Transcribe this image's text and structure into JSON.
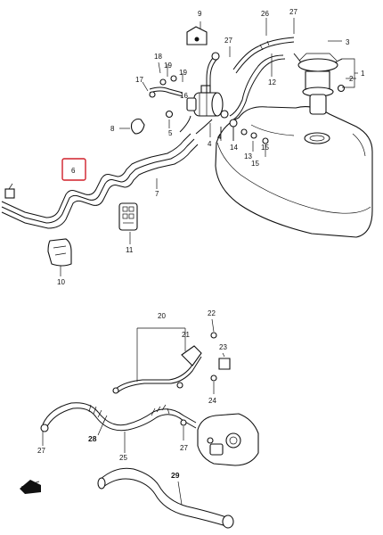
{
  "diagram": {
    "labels": {
      "p1": "1",
      "p2": "2",
      "p3": "3",
      "p4a": "4",
      "p4b": "4",
      "p5": "5",
      "p6": "6",
      "p7": "7",
      "p8": "8",
      "p9": "9",
      "p10": "10",
      "p11": "11",
      "p12": "12",
      "p13": "13",
      "p14": "14",
      "p15a": "15",
      "p15b": "15",
      "p16": "16",
      "p17": "17",
      "p18": "18",
      "p19": "19",
      "p20": "20",
      "p21": "21",
      "p22": "22",
      "p23": "23",
      "p24": "24",
      "p25": "25",
      "p26": "26",
      "p27a": "27",
      "p27b": "27",
      "p27c": "27",
      "p27d": "27",
      "p28": "28",
      "p29": "29"
    },
    "highlight_color": "#d0202a",
    "line_color": "#111111"
  }
}
